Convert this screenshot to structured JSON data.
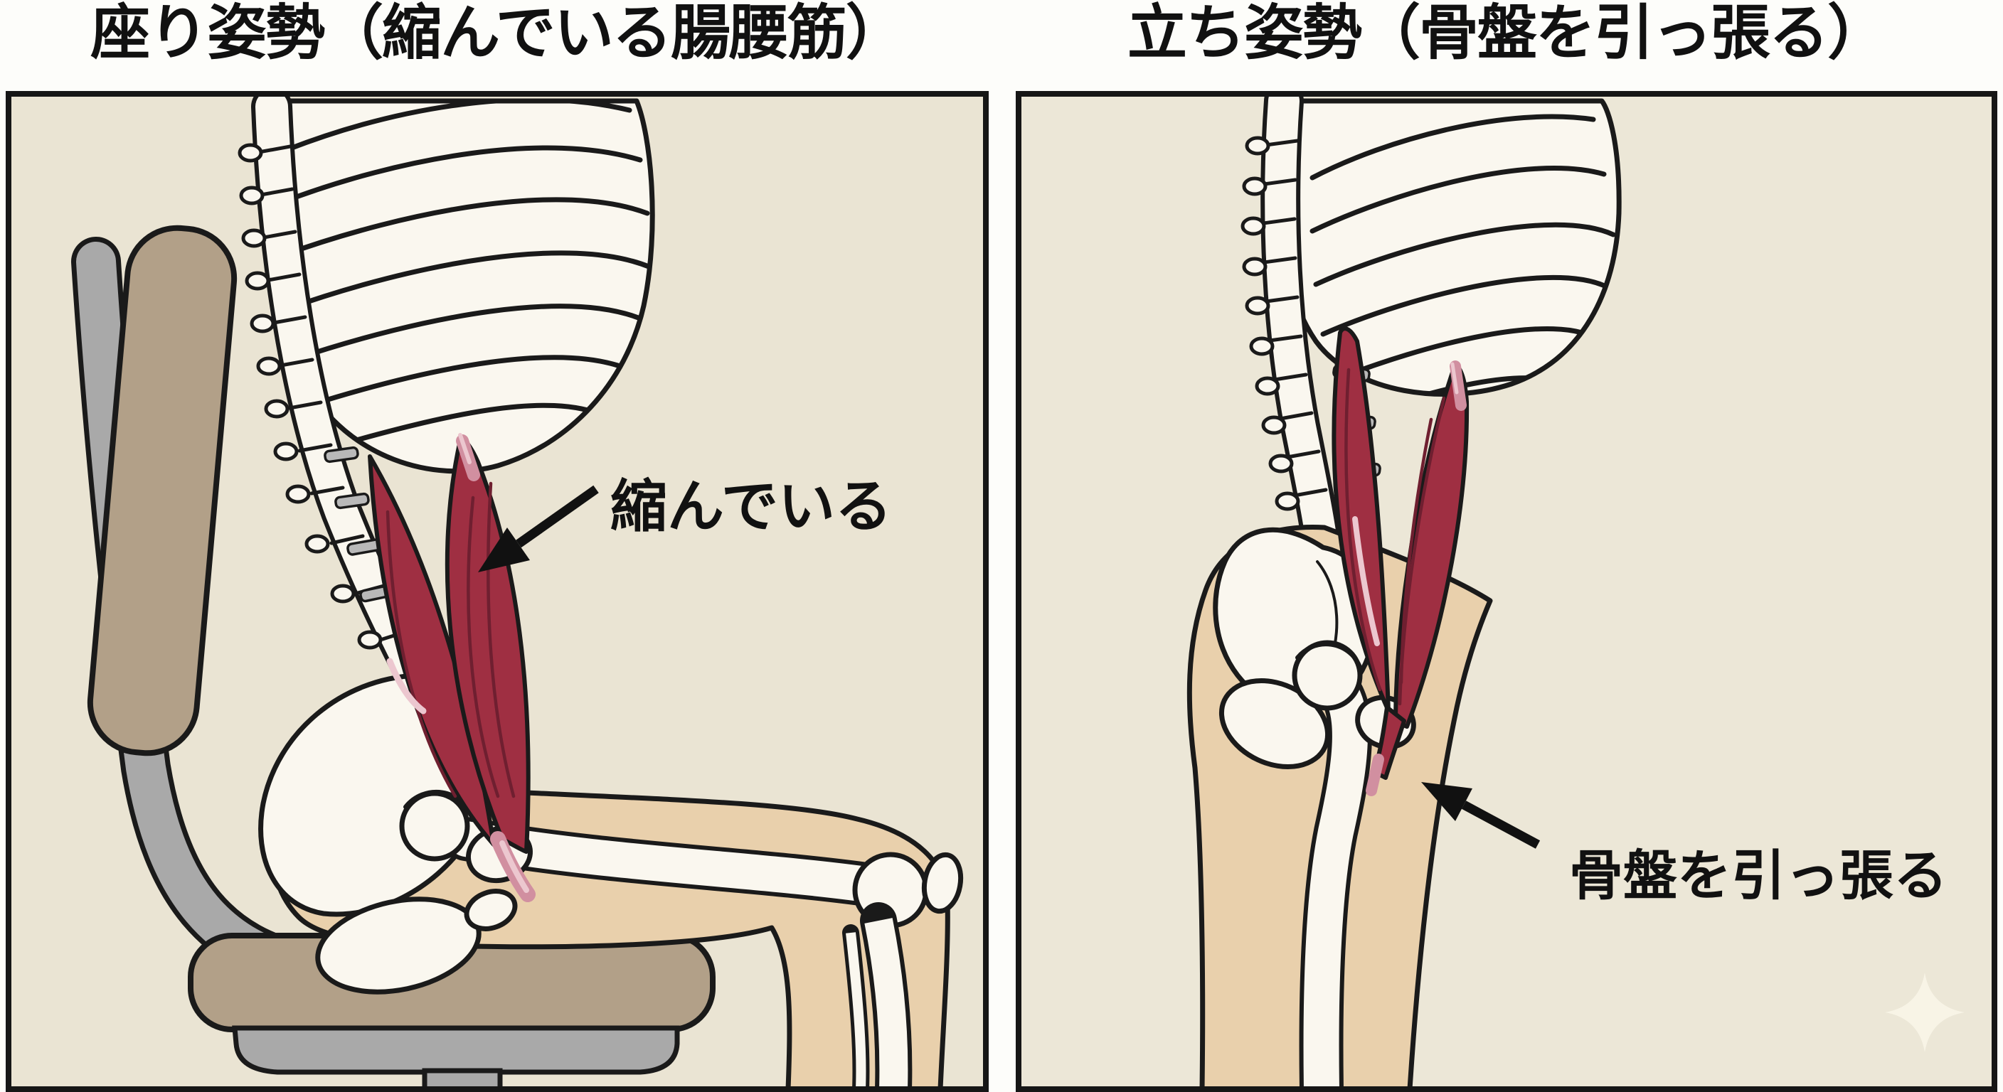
{
  "figure": {
    "type": "anatomical-comparison-diagram",
    "language": "Japanese",
    "subject": "iliopsoas muscle in sitting vs standing posture"
  },
  "panels": {
    "left": {
      "title": "座り姿勢（縮んでいる腸腰筋）",
      "annotation": "縮んでいる",
      "scene": "skeleton seated on office chair, side view, shortened psoas muscle highlighted"
    },
    "right": {
      "title": "立ち姿勢（骨盤を引っ張る）",
      "annotation": "骨盤を引っ張る",
      "scene": "skeleton standing, side view, psoas muscle pulling pelvis forward"
    }
  },
  "icons": {
    "sparkle": "four-point-star-watermark"
  },
  "colors": {
    "page_background": "#fdfdfa",
    "panel_background_left": "#eae4d3",
    "panel_background_right": "#ece7d7",
    "panel_border": "#161616",
    "bone_fill": "#faf7ef",
    "line_outline": "#1a1a1a",
    "muscle_red": "#9f2f42",
    "muscle_streak": "#6f1f30",
    "tendon_pink": "#d18fa0",
    "tendon_highlight": "#ecc7cf",
    "skin_tan": "#e9d0ac",
    "chair_cushion_tan": "#b2a088",
    "chair_frame_gray": "#a9a9a9",
    "disc_gray": "#b9b9b9",
    "text_color": "#111111",
    "sparkle_color": "#f8f4e6"
  }
}
